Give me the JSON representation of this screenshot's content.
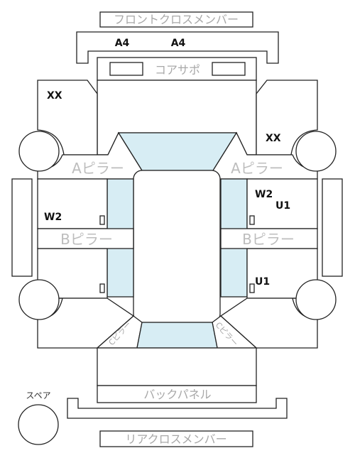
{
  "labels": {
    "front_cross_member": "フロントクロスメンバー",
    "core_support": "コアサポ",
    "a_pillar_left": "Aピラー",
    "a_pillar_right": "Aピラー",
    "b_pillar_left": "Bピラー",
    "b_pillar_right": "Bピラー",
    "back_panel": "バックパネル",
    "rear_cross_member": "リアクロスメンバー",
    "spare": "スペア",
    "c_pillar_left": "Cピラー",
    "c_pillar_right": "Cピラー"
  },
  "codes": {
    "front_left_member": "A4",
    "front_right_member": "A4",
    "front_left_fender": "XX",
    "front_right_fender": "XX",
    "left_front_door": "W2",
    "right_front_door_1": "W2",
    "right_front_door_2": "U1",
    "right_rear_door": "U1"
  }
}
